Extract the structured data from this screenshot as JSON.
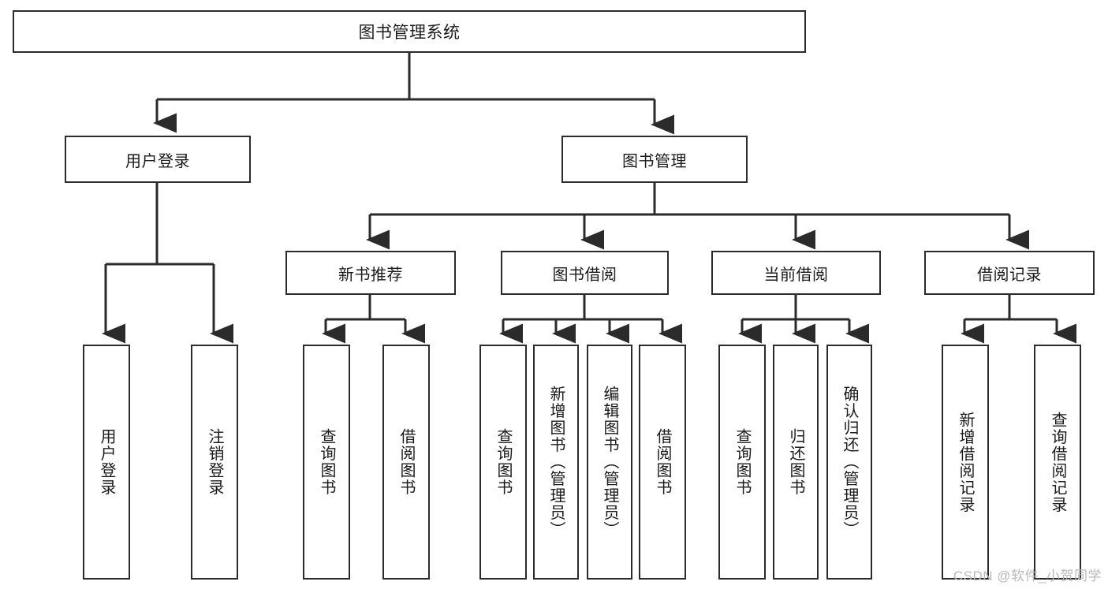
{
  "diagram": {
    "title": "图书管理系统",
    "type": "tree-hierarchy",
    "root": {
      "label": "图书管理系统"
    },
    "level2": [
      {
        "label": "用户登录"
      },
      {
        "label": "图书管理"
      }
    ],
    "level3": [
      {
        "label": "新书推荐"
      },
      {
        "label": "图书借阅"
      },
      {
        "label": "当前借阅"
      },
      {
        "label": "借阅记录"
      }
    ],
    "leaves": [
      {
        "label": "用户登录",
        "parent": "用户登录"
      },
      {
        "label": "注销登录",
        "parent": "用户登录"
      },
      {
        "label": "查询图书",
        "parent": "新书推荐"
      },
      {
        "label": "借阅图书",
        "parent": "新书推荐"
      },
      {
        "label": "查询图书",
        "parent": "图书借阅"
      },
      {
        "label": "新增图书（管理员）",
        "parent": "图书借阅"
      },
      {
        "label": "编辑图书（管理员）",
        "parent": "图书借阅"
      },
      {
        "label": "借阅图书",
        "parent": "图书借阅"
      },
      {
        "label": "查询图书",
        "parent": "当前借阅"
      },
      {
        "label": "归还图书",
        "parent": "当前借阅"
      },
      {
        "label": "确认归还（管理员）",
        "parent": "当前借阅"
      },
      {
        "label": "新增借阅记录",
        "parent": "借阅记录"
      },
      {
        "label": "查询借阅记录",
        "parent": "借阅记录"
      }
    ]
  },
  "watermark": {
    "text": "CSDN @软件_小贺同学"
  },
  "colors": {
    "stroke": "#2b2b2b",
    "background": "#ffffff",
    "text": "#1b1b1b",
    "watermark": "#b9b9b9"
  }
}
